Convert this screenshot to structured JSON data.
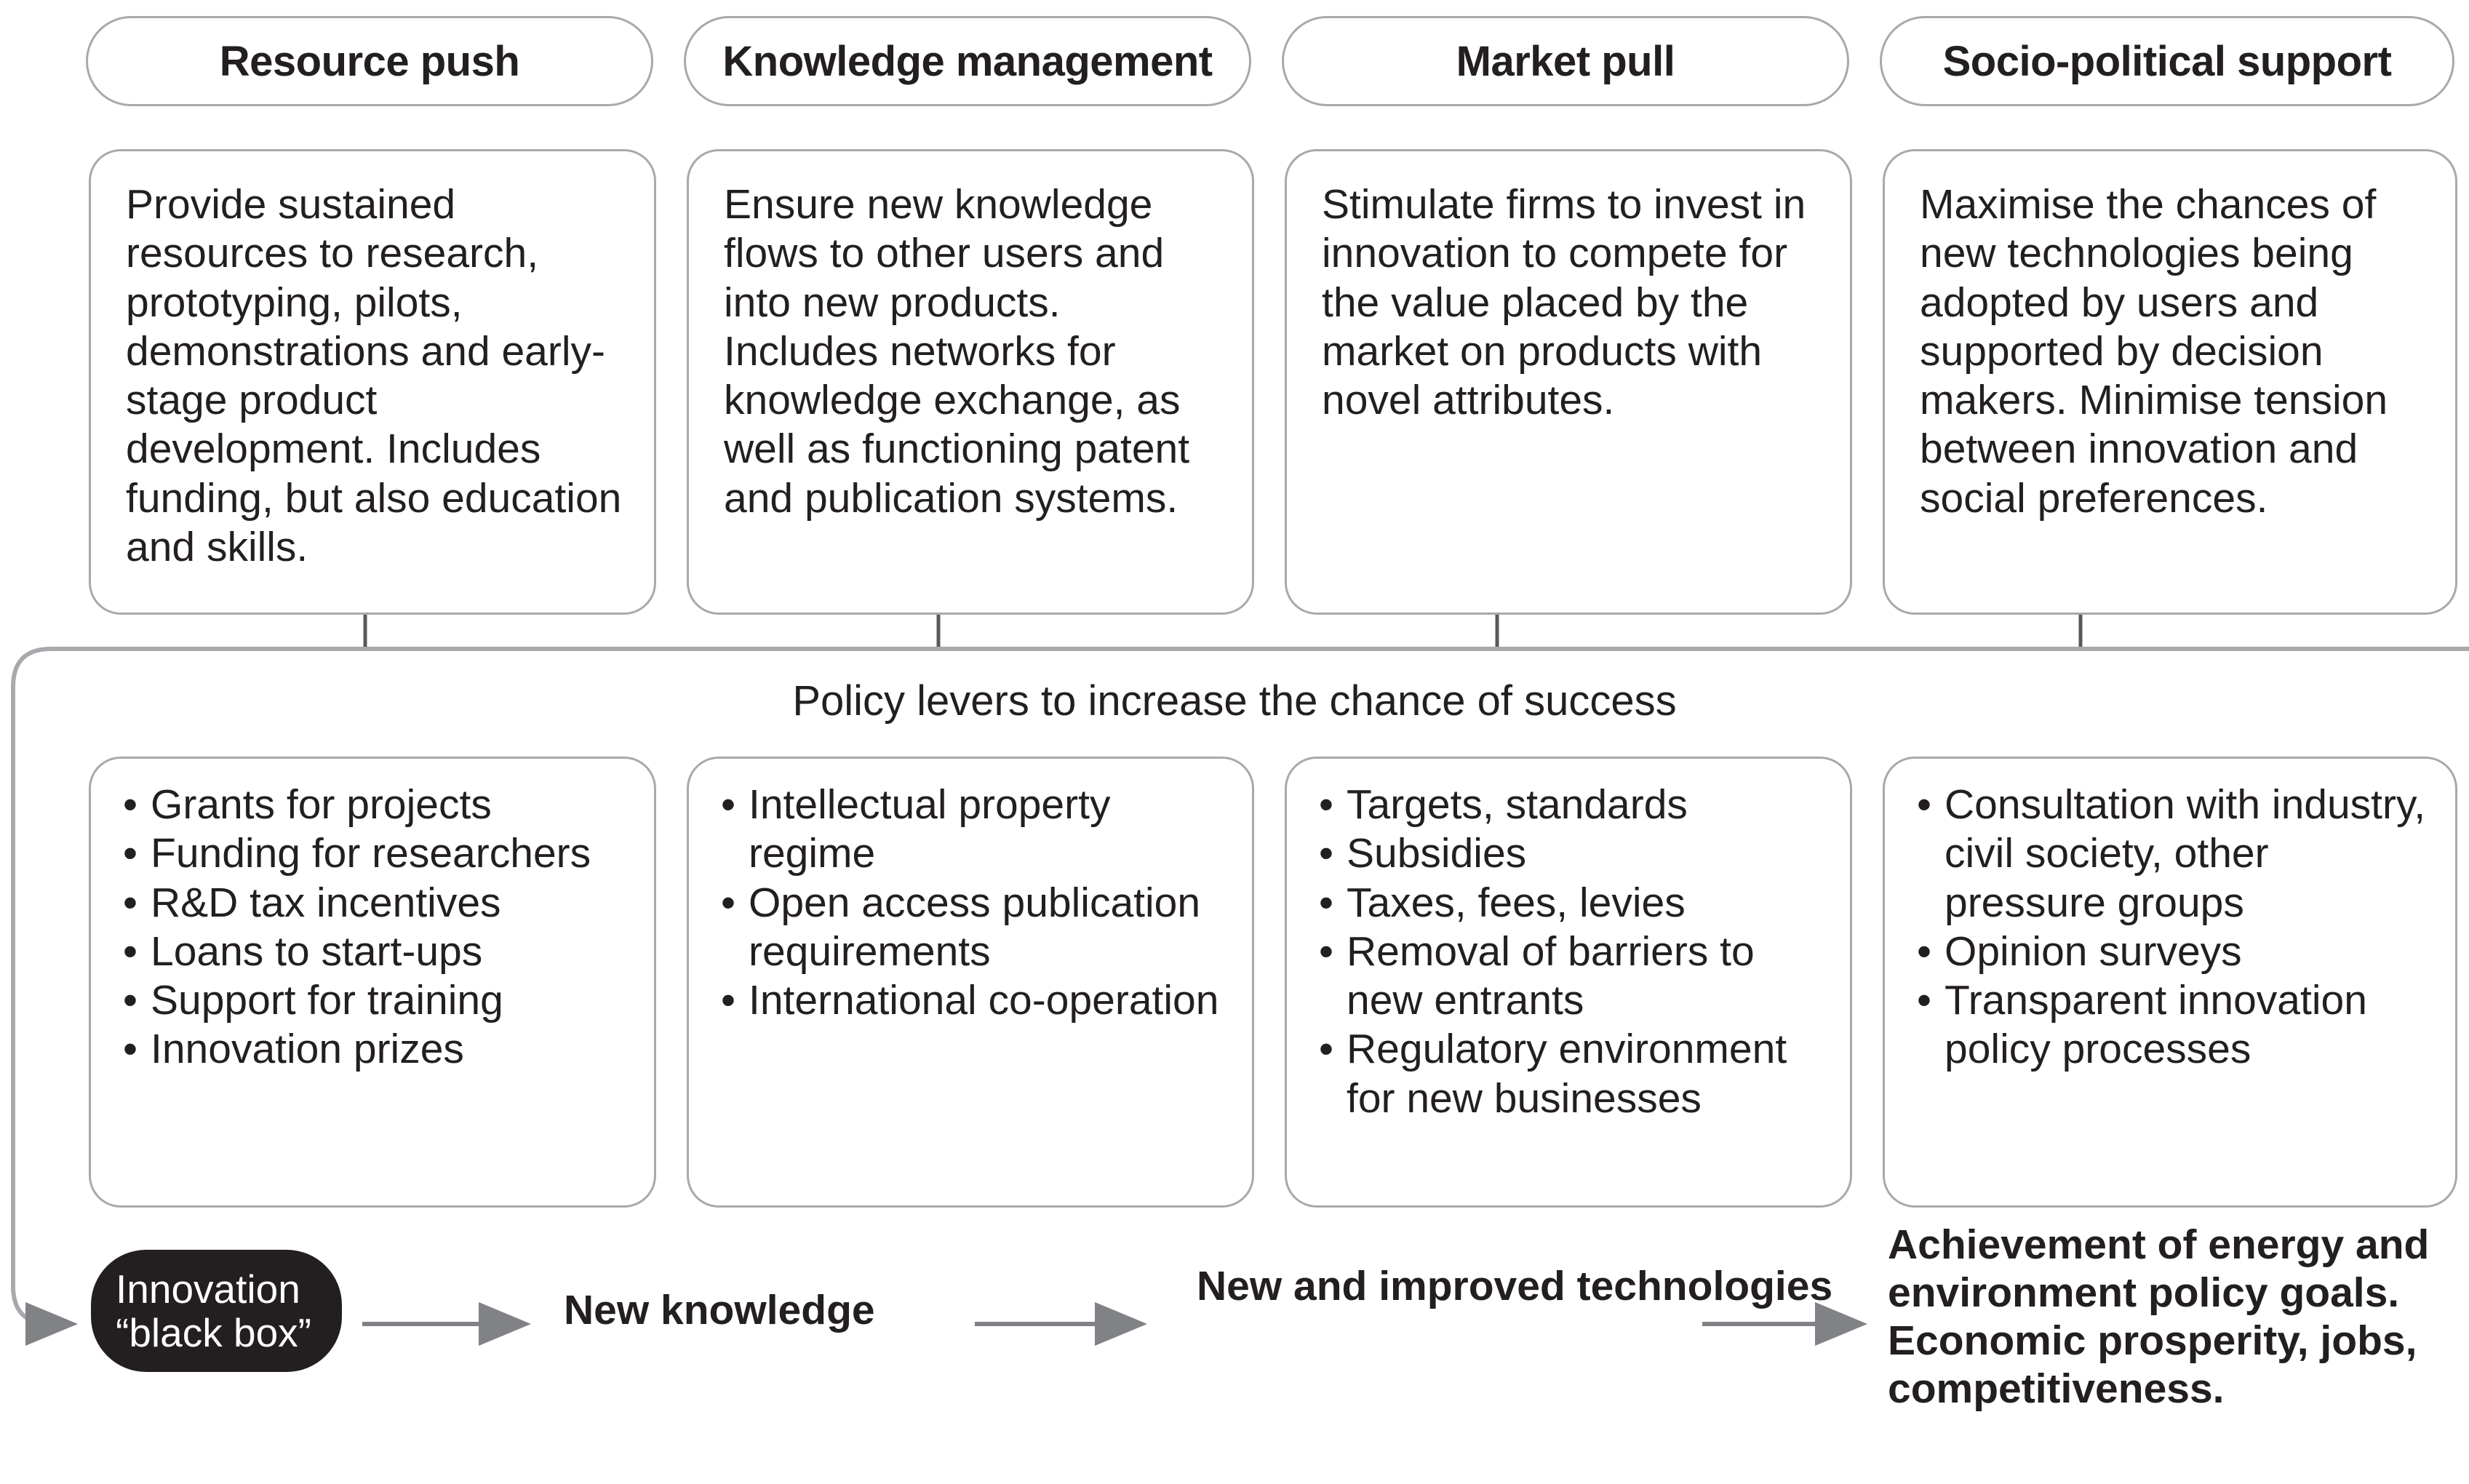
{
  "columns": [
    {
      "header": "Resource push",
      "description": "Provide sustained resources to research, prototyping, pilots, demonstrations and early-stage product development. Includes funding, but also education and skills.",
      "levers": [
        "Grants for projects",
        "Funding for researchers",
        "R&D tax incentives",
        "Loans to start-ups",
        "Support for training",
        "Innovation prizes"
      ]
    },
    {
      "header": "Knowledge management",
      "description": "Ensure new knowledge flows to other users and into new products. Includes networks for knowledge exchange, as well as functioning patent and publication systems.",
      "levers": [
        "Intellectual property regime",
        "Open access publication requirements",
        "International co-operation"
      ]
    },
    {
      "header": "Market pull",
      "description": "Stimulate firms to invest in innovation to compete for the value placed by the market on products with novel attributes.",
      "levers": [
        "Targets, standards",
        "Subsidies",
        "Taxes, fees, levies",
        "Removal of barriers to new entrants",
        "Regulatory environment for new businesses"
      ]
    },
    {
      "header": "Socio-political support",
      "description": "Maximise the chances of new technologies being adopted by users and supported by decision makers. Minimise tension between innovation and social preferences.",
      "levers": [
        "Consultation with industry, civil society, other pressure groups",
        "Opinion surveys",
        "Transparent innovation policy processes"
      ]
    }
  ],
  "band": {
    "title": "Policy levers to increase the chance of success"
  },
  "flow": {
    "blackbox_line1": "Innovation",
    "blackbox_line2": "“black box”",
    "step_new_knowledge": "New knowledge",
    "step_new_technologies": "New and improved technologies",
    "step_outcome": "Achievement of energy and environment policy goals. Economic prosperity, jobs, competitiveness."
  },
  "colors": {
    "outline": "#a7a9ac",
    "text": "#231f20",
    "blackbox_fill": "#231f20",
    "blackbox_text": "#ffffff",
    "arrow": "#808285",
    "background": "#ffffff"
  }
}
